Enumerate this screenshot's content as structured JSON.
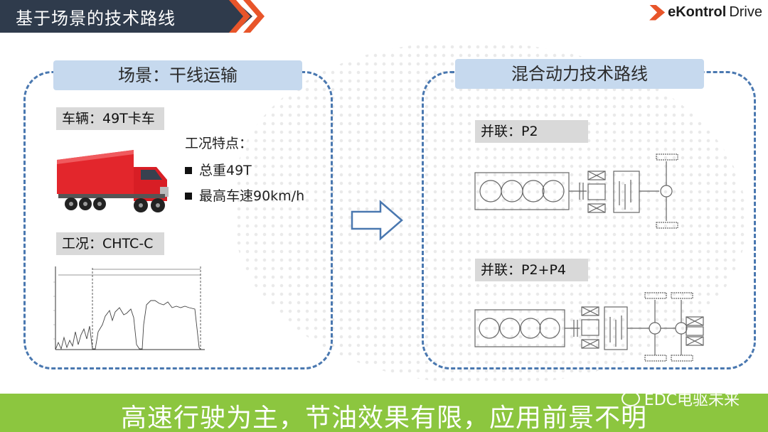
{
  "header": {
    "title": "基于场景的技术路线",
    "logo_brand": "eKontrol",
    "logo_suffix": "Drive"
  },
  "left_panel": {
    "heading": "场景：干线运输",
    "vehicle_label": "车辆：49T卡车",
    "features_heading": "工况特点：",
    "features": [
      "总重49T",
      "最高车速90km/h"
    ],
    "cycle_label": "工况：CHTC-C"
  },
  "right_panel": {
    "heading": "混合动力技术路线",
    "config_1": "并联：P2",
    "config_2": "并联：P2+P4"
  },
  "footer": {
    "message": "高速行驶为主，节油效果有限，应用前景不明",
    "watermark": "EDC电驱未来"
  },
  "colors": {
    "header_bg": "#2f3b4c",
    "accent_orange": "#e8552a",
    "panel_border": "#4a78b0",
    "panel_head_bg": "#c6d9ee",
    "footer_bg": "#8cc63f"
  }
}
